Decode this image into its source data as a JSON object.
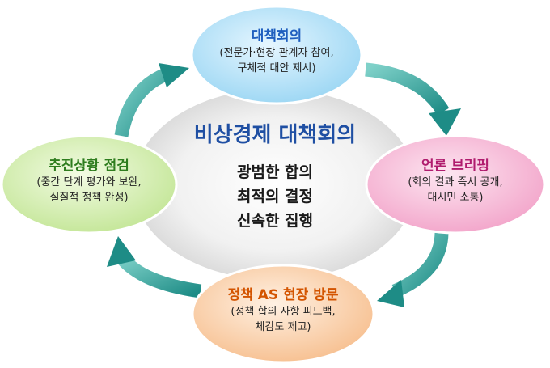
{
  "center": {
    "title": "비상경제 대책회의",
    "lines": [
      "광범한 합의",
      "최적의 결정",
      "신속한 집행"
    ]
  },
  "nodes": {
    "top": {
      "title": "대책회의",
      "sub1": "(전문가·현장 관계자 참여,",
      "sub2": "구체적 대안 제시)",
      "color": "#1f5fbf"
    },
    "right": {
      "title": "언론 브리핑",
      "sub1": "(회의 결과 즉시 공개,",
      "sub2": "대시민 소통)",
      "color": "#b01c6e"
    },
    "bottom": {
      "title": "정책 AS 현장 방문",
      "sub1": "(정책 합의 사항 피드백,",
      "sub2": "체감도 제고)",
      "color": "#d35400"
    },
    "left": {
      "title": "추진상황 점검",
      "sub1": "(중간 단계 평가와 보완,",
      "sub2": "실질적 정책 완성)",
      "color": "#2e7d1e"
    }
  },
  "colors": {
    "arrow": "#3aa6a0",
    "center_bg": "#ececec"
  }
}
